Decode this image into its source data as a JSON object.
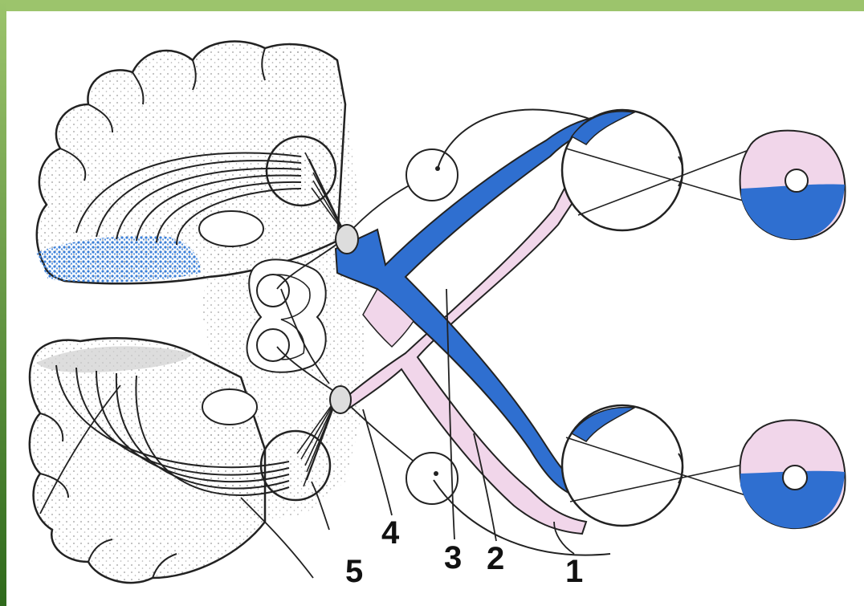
{
  "diagram": {
    "callouts": [
      "1",
      "2",
      "3",
      "4",
      "5"
    ],
    "colors": {
      "right_pathway": "#2f6fd0",
      "left_pathway": "#f1d6ea",
      "stipple": "#b9b9b9",
      "outline": "#222222",
      "frame": "#8ab85a"
    },
    "icons": [
      "eye-icon",
      "visual-field-icon",
      "brain-hemisphere-icon",
      "nucleus-circle-icon"
    ]
  }
}
